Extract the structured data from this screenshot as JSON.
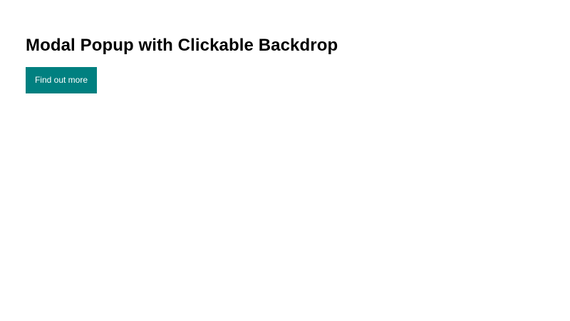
{
  "page": {
    "title": "Modal Popup with Clickable Backdrop",
    "background_color": "#ffffff",
    "text_color": "#000000"
  },
  "heading": {
    "text": "Modal Popup with Clickable Backdrop"
  },
  "button": {
    "label": "Find out more",
    "background_color": "#008080",
    "text_color": "#ffffff"
  },
  "modal": {
    "visible": false
  }
}
